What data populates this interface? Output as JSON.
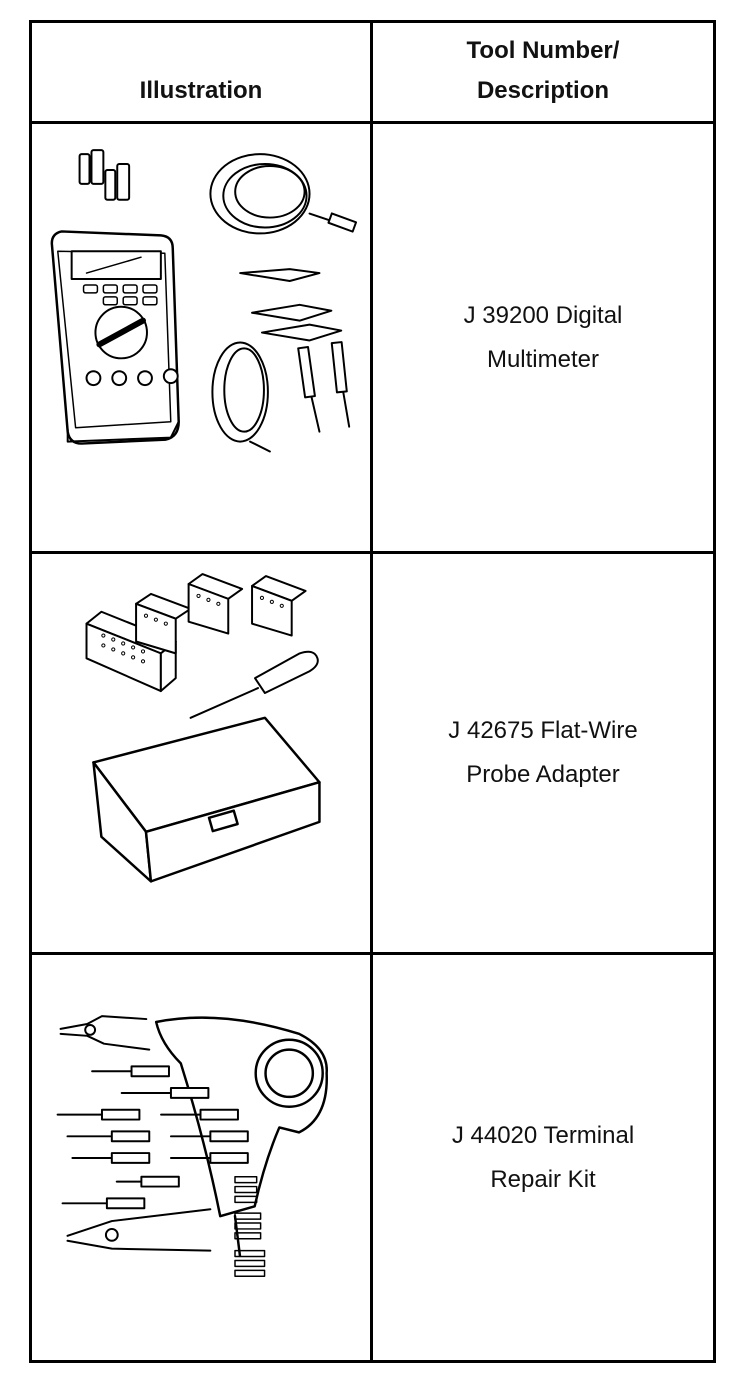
{
  "table": {
    "headers": {
      "illustration": "Illustration",
      "tool": "Tool Number/\nDescription"
    },
    "rows": [
      {
        "icon": "digital-multimeter-illustration",
        "description": "J 39200 Digital\nMultimeter"
      },
      {
        "icon": "probe-adapter-illustration",
        "description": "J 42675 Flat-Wire\nProbe Adapter"
      },
      {
        "icon": "terminal-repair-kit-illustration",
        "description": "J 44020 Terminal\n Repair Kit"
      }
    ]
  }
}
